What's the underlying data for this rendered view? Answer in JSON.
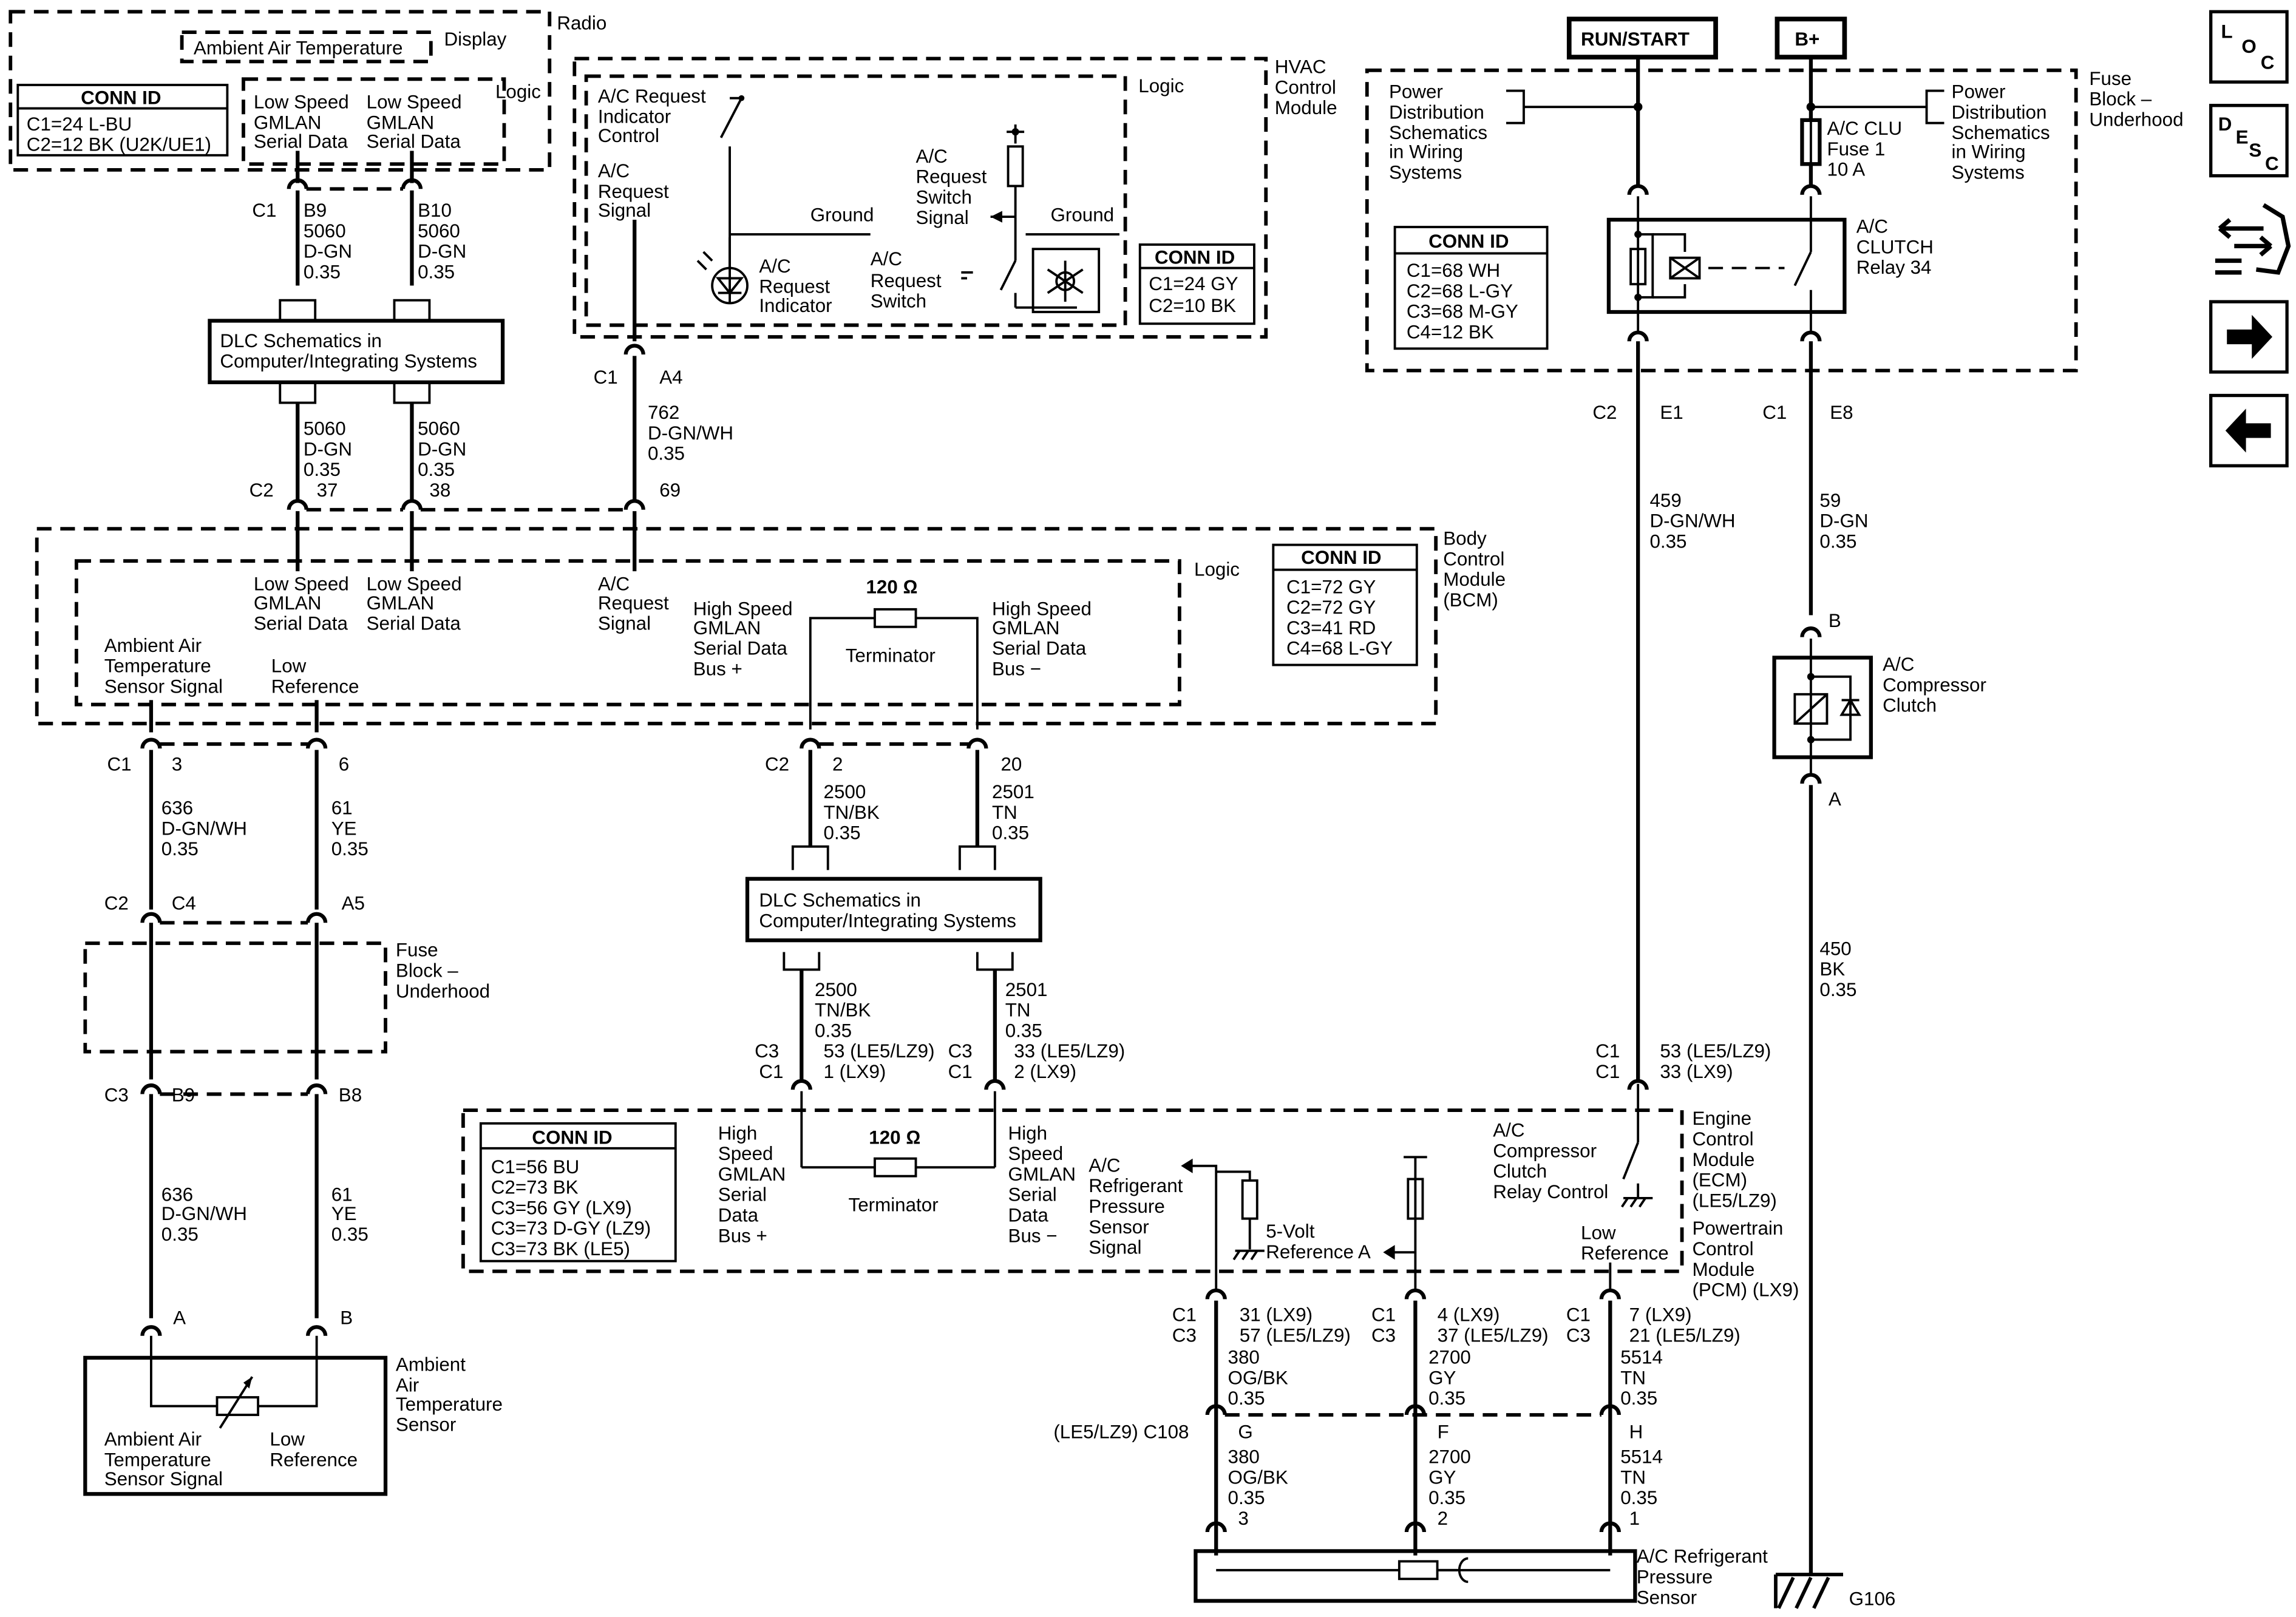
{
  "nav": {
    "loc": {
      "l1": "L",
      "l2": "O",
      "l3": "C"
    },
    "desc": {
      "l1": "D",
      "l2": "E",
      "l3": "S",
      "l4": "C"
    }
  },
  "supply": {
    "run_start": "RUN/START",
    "bplus": "B+"
  },
  "radio": {
    "title": "Radio",
    "display": "Display",
    "ambient_temp": "Ambient Air Temperature",
    "logic": "Logic",
    "conn_title": "CONN ID",
    "conn1": "C1=24 L-BU",
    "conn2": "C2=12 BK (U2K/UE1)",
    "ls1": [
      "Low Speed",
      "GMLAN",
      "Serial Data"
    ],
    "ls2": [
      "Low Speed",
      "GMLAN",
      "Serial Data"
    ]
  },
  "hvac": {
    "title": [
      "HVAC",
      "Control",
      "Module"
    ],
    "logic": "Logic",
    "req_ind_ctrl": [
      "A/C Request",
      "Indicator",
      "Control"
    ],
    "req_signal": [
      "A/C",
      "Request",
      "Signal"
    ],
    "ground1": "Ground",
    "ground2": "Ground",
    "switch_signal": [
      "A/C",
      "Request",
      "Switch",
      "Signal"
    ],
    "indicator": [
      "A/C",
      "Request",
      "Indicator"
    ],
    "switch": [
      "A/C",
      "Request",
      "Switch"
    ],
    "conn_title": "CONN ID",
    "conn1": "C1=24 GY",
    "conn2": "C2=10 BK"
  },
  "wires_top": {
    "c1": "C1",
    "b9": "B9",
    "b10": "B10",
    "w1": [
      "5060",
      "D-GN",
      "0.35"
    ],
    "w2": [
      "5060",
      "D-GN",
      "0.35"
    ],
    "dlc": [
      "DLC Schematics in",
      "Computer/Integrating Systems"
    ],
    "w3": [
      "5060",
      "D-GN",
      "0.35"
    ],
    "w4": [
      "5060",
      "D-GN",
      "0.35"
    ],
    "c2": "C2",
    "p37": "37",
    "p38": "38",
    "hv_c1": "C1",
    "hv_a4": "A4",
    "hv_w": [
      "762",
      "D-GN/WH",
      "0.35"
    ],
    "p69": "69"
  },
  "bcm": {
    "title": [
      "Body",
      "Control",
      "Module",
      "(BCM)"
    ],
    "logic": "Logic",
    "ls1": [
      "Low Speed",
      "GMLAN",
      "Serial Data"
    ],
    "ls2": [
      "Low Speed",
      "GMLAN",
      "Serial Data"
    ],
    "req": [
      "A/C",
      "Request",
      "Signal"
    ],
    "hs_plus": [
      "High Speed",
      "GMLAN",
      "Serial Data",
      "Bus +"
    ],
    "hs_minus": [
      "High Speed",
      "GMLAN",
      "Serial Data",
      "Bus −"
    ],
    "term_ohm": "120 Ω",
    "terminator": "Terminator",
    "amb": [
      "Ambient Air",
      "Temperature",
      "Sensor Signal"
    ],
    "low_ref": [
      "Low",
      "Reference"
    ],
    "conn_title": "CONN ID",
    "conn": [
      "C1=72 GY",
      "C2=72 GY",
      "C3=41 RD",
      "C4=68 L-GY"
    ]
  },
  "bcm_wires": {
    "c1": "C1",
    "p3": "3",
    "p6": "6",
    "w636": [
      "636",
      "D-GN/WH",
      "0.35"
    ],
    "w61": [
      "61",
      "YE",
      "0.35"
    ],
    "c2": "C2",
    "c4": "C4",
    "a5": "A5",
    "fuse_block": [
      "Fuse",
      "Block –",
      "Underhood"
    ],
    "c3": "C3",
    "b9": "B9",
    "b8": "B8",
    "w636b": [
      "636",
      "D-GN/WH",
      "0.35"
    ],
    "w61b": [
      "61",
      "YE",
      "0.35"
    ],
    "pa": "A",
    "pb": "B",
    "c2b": "C2",
    "p2": "2",
    "p20": "20",
    "w2500": [
      "2500",
      "TN/BK",
      "0.35"
    ],
    "w2501": [
      "2501",
      "TN",
      "0.35"
    ],
    "dlc": [
      "DLC Schematics in",
      "Computer/Integrating Systems"
    ],
    "w2500b": [
      "2500",
      "TN/BK",
      "0.35"
    ],
    "w2501b": [
      "2501",
      "TN",
      "0.35"
    ],
    "c3c1a": [
      "C3",
      "C1"
    ],
    "pin53": [
      "53 (LE5/LZ9)",
      "1 (LX9)"
    ],
    "c3c1b": [
      "C3",
      "C1"
    ],
    "pin33": [
      "33 (LE5/LZ9)",
      "2 (LX9)"
    ]
  },
  "amb_sensor": {
    "title": [
      "Ambient",
      "Air",
      "Temperature",
      "Sensor"
    ],
    "sig": [
      "Ambient Air",
      "Temperature",
      "Sensor Signal"
    ],
    "low": [
      "Low",
      "Reference"
    ]
  },
  "fuse_block": {
    "title": [
      "Fuse",
      "Block –",
      "Underhood"
    ],
    "pds_left": [
      "Power",
      "Distribution",
      "Schematics",
      "in Wiring",
      "Systems"
    ],
    "pds_right": [
      "Power",
      "Distribution",
      "Schematics",
      "in Wiring",
      "Systems"
    ],
    "fuse": [
      "A/C CLU",
      "Fuse 1",
      "10 A"
    ],
    "relay": [
      "A/C",
      "CLUTCH",
      "Relay 34"
    ],
    "conn_title": "CONN ID",
    "conn": [
      "C1=68 WH",
      "C2=68 L-GY",
      "C3=68 M-GY",
      "C4=12 BK"
    ]
  },
  "right_wires": {
    "c2": "C2",
    "e1": "E1",
    "c1": "C1",
    "e8": "E8",
    "w459": [
      "459",
      "D-GN/WH",
      "0.35"
    ],
    "w59": [
      "59",
      "D-GN",
      "0.35"
    ],
    "pb": "B",
    "compressor": [
      "A/C",
      "Compressor",
      "Clutch"
    ],
    "pa": "A",
    "w450": [
      "450",
      "BK",
      "0.35"
    ],
    "c1c1": [
      "C1",
      "C1"
    ],
    "pins": [
      "53 (LE5/LZ9)",
      "33 (LX9)"
    ],
    "g106": "G106"
  },
  "ecm": {
    "title": [
      "Engine",
      "Control",
      "Module",
      "(ECM)",
      "(LE5/LZ9)"
    ],
    "pcm": [
      "Powertrain",
      "Control",
      "Module",
      "(PCM) (LX9)"
    ],
    "relay_ctrl": [
      "A/C",
      "Compressor",
      "Clutch",
      "Relay Control"
    ],
    "low_ref": [
      "Low",
      "Reference"
    ],
    "hs_plus": [
      "High",
      "Speed",
      "GMLAN",
      "Serial",
      "Data",
      "Bus +"
    ],
    "hs_minus": [
      "High",
      "Speed",
      "GMLAN",
      "Serial",
      "Data",
      "Bus −"
    ],
    "term_ohm": "120 Ω",
    "terminator": "Terminator",
    "press_sig": [
      "A/C",
      "Refrigerant",
      "Pressure",
      "Sensor",
      "Signal"
    ],
    "ref5v": [
      "5-Volt",
      "Reference A"
    ],
    "conn_title": "CONN ID",
    "conn": [
      "C1=56 BU",
      "C2=73 BK",
      "C3=56 GY (LX9)",
      "C3=73 D-GY (LZ9)",
      "C3=73 BK (LE5)"
    ]
  },
  "sensor_wires": {
    "cc1": [
      "C1",
      "C3"
    ],
    "p1": [
      "31 (LX9)",
      "57 (LE5/LZ9)"
    ],
    "cc2": [
      "C1",
      "C3"
    ],
    "p2": [
      "4 (LX9)",
      "37 (LE5/LZ9)"
    ],
    "cc3": [
      "C1",
      "C3"
    ],
    "p3": [
      "7 (LX9)",
      "21 (LE5/LZ9)"
    ],
    "w380": [
      "380",
      "OG/BK",
      "0.35"
    ],
    "w2700": [
      "2700",
      "GY",
      "0.35"
    ],
    "w5514": [
      "5514",
      "TN",
      "0.35"
    ],
    "c108": "(LE5/LZ9) C108",
    "pg": "G",
    "pf": "F",
    "ph": "H",
    "w380b": [
      "380",
      "OG/BK",
      "0.35",
      "3"
    ],
    "w2700b": [
      "2700",
      "GY",
      "0.35",
      "2"
    ],
    "w5514b": [
      "5514",
      "TN",
      "0.35",
      "1"
    ],
    "sensor": [
      "A/C Refrigerant",
      "Pressure",
      "Sensor"
    ]
  }
}
